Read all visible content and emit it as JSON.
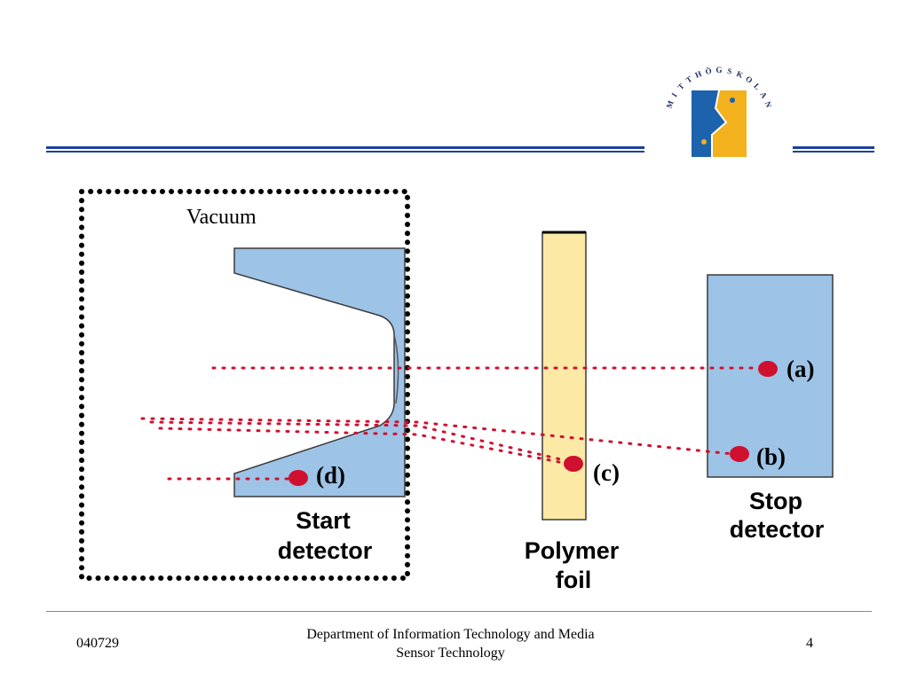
{
  "logo": {
    "name": "MITTHÖGSKOLAN",
    "letters": [
      "M",
      "I",
      "T",
      "T",
      "H",
      "Ö",
      "G",
      "S",
      "K",
      "O",
      "L",
      "A",
      "N"
    ],
    "colors": {
      "blue": "#1c62ad",
      "yellow": "#f3b11e",
      "letters": "#1c2a5e"
    }
  },
  "header": {
    "rule_color": "#1f3f9c"
  },
  "diagram": {
    "vacuum_label": "Vacuum",
    "start_detector": [
      "Start",
      "detector"
    ],
    "polymer_foil": [
      "Polymer",
      "foil"
    ],
    "stop_detector": [
      "Stop",
      "detector"
    ],
    "points": {
      "a": "(a)",
      "b": "(b)",
      "c": "(c)",
      "d": "(d)"
    },
    "colors": {
      "detector_fill": "#9dc3e6",
      "foil_fill": "#fbe9a5",
      "track": "#d0102f",
      "dot": "#d0102f"
    }
  },
  "footer": {
    "date": "040729",
    "department": "Department of Information Technology and Media",
    "subject": "Sensor Technology",
    "page": "4"
  }
}
